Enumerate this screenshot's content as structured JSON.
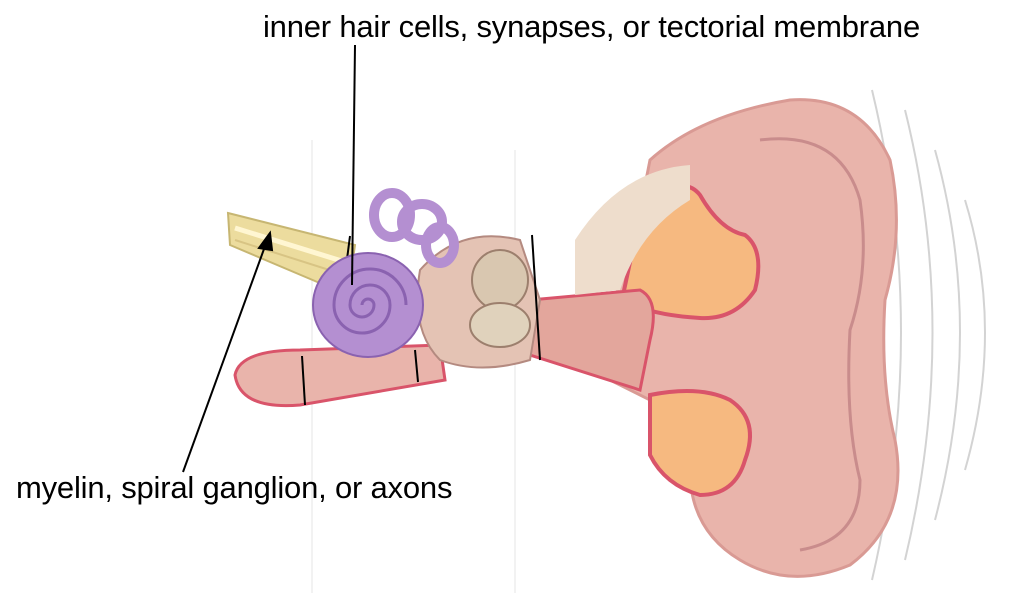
{
  "labels": {
    "top": "inner hair cells, synapses, or tectorial membrane",
    "bottom": "myelin, spiral ganglion, or axons"
  },
  "colors": {
    "skin": "#e9b4ab",
    "skin_dark": "#d99a94",
    "canal_wall": "#d9546a",
    "cartilage": "#f6b980",
    "cochlea": "#b48fd1",
    "cochlea_dark": "#8a62b0",
    "nerve": "#ecdc9e",
    "bone": "#e4d8c8",
    "sound_waves": "#d0d0d0",
    "leader_line": "#000000"
  },
  "icons": {
    "illustration": "ear-anatomy-illustration"
  }
}
